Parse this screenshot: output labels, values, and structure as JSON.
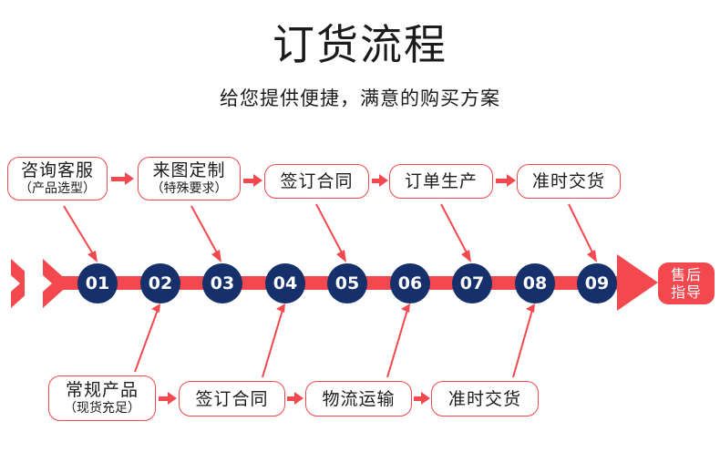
{
  "header": {
    "title": "订货流程",
    "subtitle": "给您提供便捷，满意的购买方案"
  },
  "colors": {
    "red": "#f4484f",
    "navy": "#15306b",
    "text": "#1b1b1b",
    "background": "#ffffff"
  },
  "top_row": {
    "boxes": [
      {
        "main": "咨询客服",
        "sub": "（产品选型）"
      },
      {
        "main": "来图定制",
        "sub": "（特殊要求）"
      },
      {
        "main": "签订合同",
        "sub": ""
      },
      {
        "main": "订单生产",
        "sub": ""
      },
      {
        "main": "准时交货",
        "sub": ""
      }
    ]
  },
  "bottom_row": {
    "boxes": [
      {
        "main": "常规产品",
        "sub": "（现货充足）"
      },
      {
        "main": "签订合同",
        "sub": ""
      },
      {
        "main": "物流运输",
        "sub": ""
      },
      {
        "main": "准时交货",
        "sub": ""
      }
    ]
  },
  "timeline": {
    "steps": [
      {
        "number": "01"
      },
      {
        "number": "02"
      },
      {
        "number": "03"
      },
      {
        "number": "04"
      },
      {
        "number": "05"
      },
      {
        "number": "06"
      },
      {
        "number": "07"
      },
      {
        "number": "08"
      },
      {
        "number": "09"
      }
    ],
    "end_badge": {
      "line1": "售后",
      "line2": "指导"
    }
  }
}
